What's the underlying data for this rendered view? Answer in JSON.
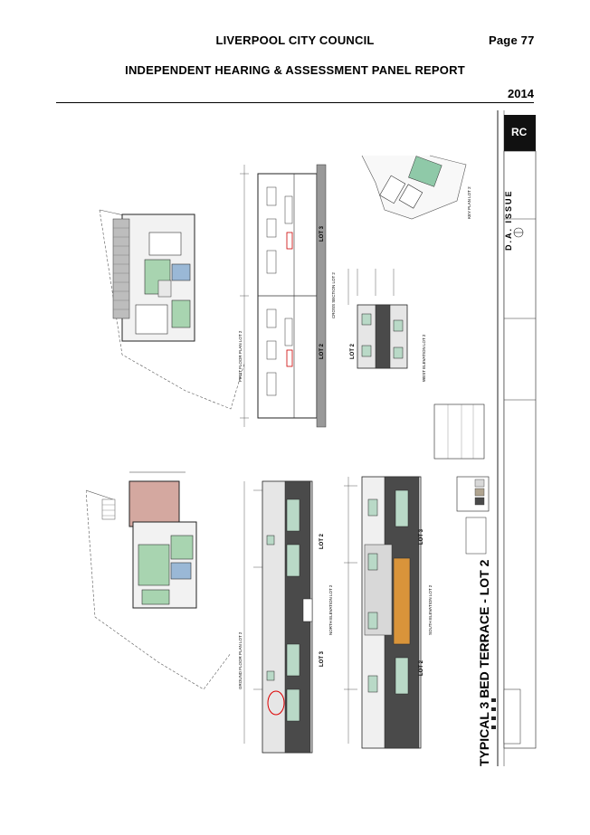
{
  "header": {
    "council": "LIVERPOOL CITY COUNCIL",
    "page": "Page 77",
    "report": "INDEPENDENT HEARING & ASSESSMENT PANEL REPORT",
    "year": "2014"
  },
  "drawing": {
    "title": "TYPICAL 3 BED TERRACE - LOT 2",
    "da_issue": "D.A. ISSUE",
    "lot_labels": [
      "LOT 2",
      "LOT 3"
    ],
    "view_titles": {
      "first_floor": "FIRST FLOOR PLAN LOT 2",
      "ground_floor": "GROUND FLOOR PLAN LOT 2",
      "cross_section": "CROSS SECTION LOT 2",
      "north_elevation": "NORTH ELEVATION LOT 2",
      "south_elevation": "SOUTH ELEVATION LOT 2",
      "west_elevation": "WEST ELEVATION LOT 2",
      "key_plan": "KEY PLAN LOT 2"
    },
    "colors": {
      "brick": "#d4a8a0",
      "green_room": "#a8d4b0",
      "wet_area": "#9ab8d6",
      "ochre": "#d9943a",
      "dark_cladding": "#4a4a4a",
      "light_render": "#d8d8d8"
    }
  }
}
